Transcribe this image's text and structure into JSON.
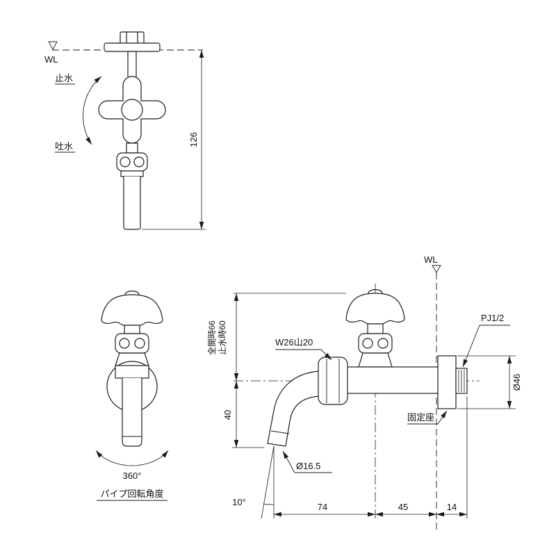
{
  "front_view": {
    "wl": "WL",
    "label_stop": "止水",
    "label_discharge": "吐水",
    "dim_height": "126"
  },
  "rotation_view": {
    "angle": "360°",
    "caption": "パイプ回転角度"
  },
  "side_view": {
    "wl": "WL",
    "label_pj": "PJ1/2",
    "label_thread": "W26山20",
    "label_open": "全開時66",
    "label_closed": "止水時60",
    "dim_40": "40",
    "dim_dia46": "Ø46",
    "label_seat": "固定座",
    "dim_dia165": "Ø16.5",
    "dim_angle": "10°",
    "dim_74": "74",
    "dim_45": "45",
    "dim_14": "14"
  }
}
